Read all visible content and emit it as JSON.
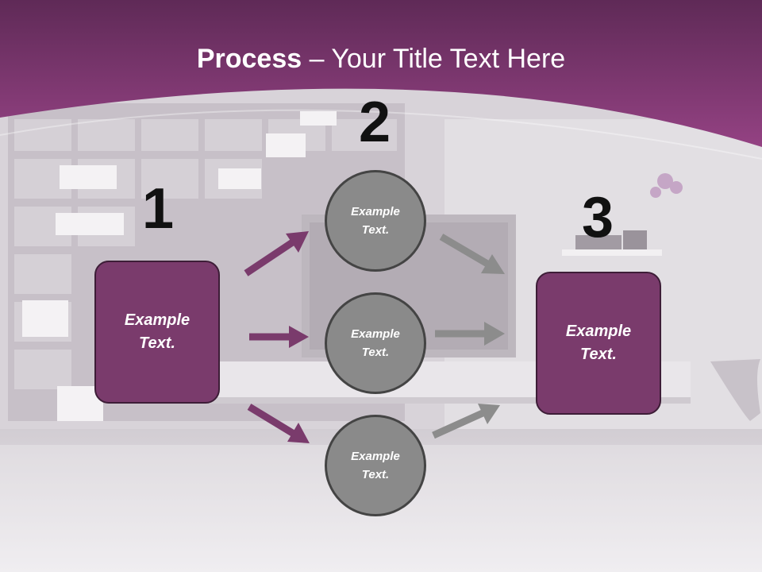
{
  "slide": {
    "title_bold": "Process",
    "title_rest": " – Your Title Text Here"
  },
  "steps": [
    {
      "number": "1",
      "label": "Example\nText."
    },
    {
      "number": "2",
      "label": "Example\nText."
    },
    {
      "number": "3",
      "label": "Example\nText."
    }
  ],
  "middle_circles": [
    {
      "label": "Example\nText."
    },
    {
      "label": "Example\nText."
    },
    {
      "label": "Example\nText."
    }
  ],
  "colors": {
    "accent_purple": "#7a3b6c",
    "header_purple": "#8e3f7e",
    "circle_gray": "#8a8a8a",
    "arrow_gray": "#8c8c8c"
  }
}
